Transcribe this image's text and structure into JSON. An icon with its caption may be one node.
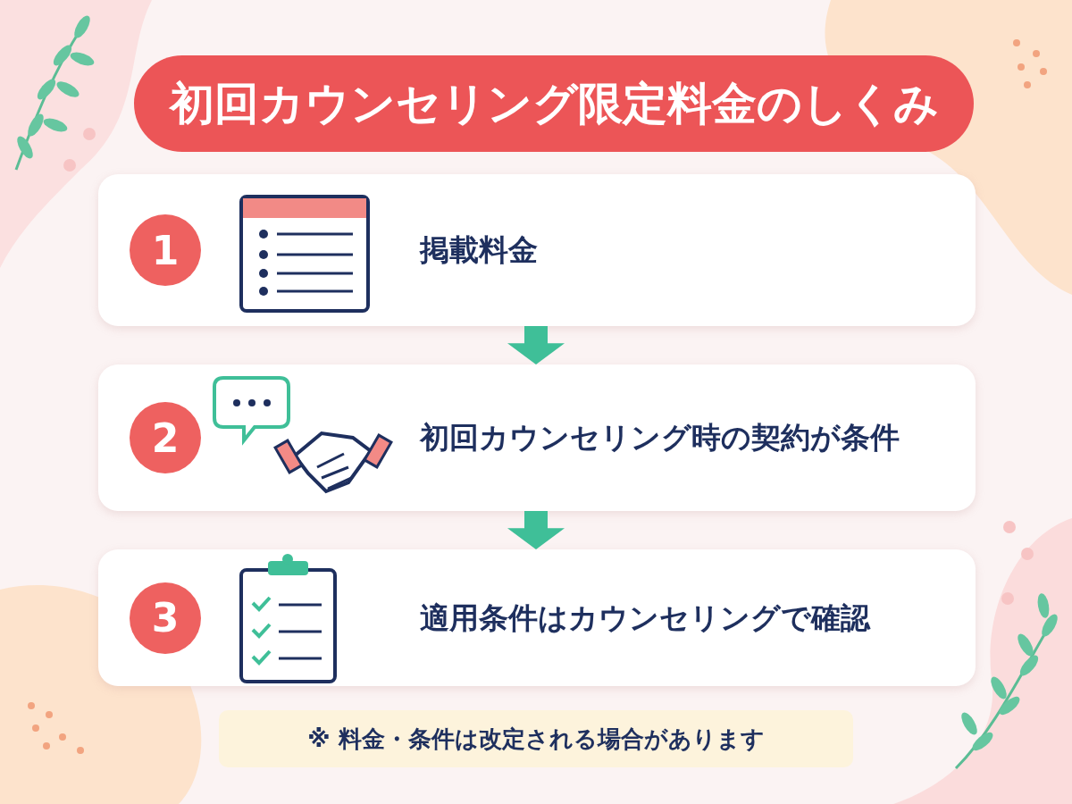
{
  "diagram": {
    "title": "初回カウンセリング限定料金のしくみ",
    "nodes": [
      {
        "text": [
          "掲載料金"
        ]
      },
      {
        "text": [
          "1"
        ],
        "in": 0
      },
      {
        "text": [
          "初回カウンセリング時の契約が条件"
        ]
      },
      {
        "text": [
          "2"
        ],
        "in": 2
      },
      {
        "text": [
          "適用条件はカウンセリングで確認"
        ]
      },
      {
        "text": [
          "3"
        ],
        "in": 4
      }
    ],
    "edges": [
      {
        "from": 0,
        "to": 2,
        "arrow": "to"
      },
      {
        "from": 2,
        "to": 4,
        "arrow": "to"
      }
    ],
    "labels": [
      "※ 料金・条件は改定される場合があります"
    ]
  }
}
